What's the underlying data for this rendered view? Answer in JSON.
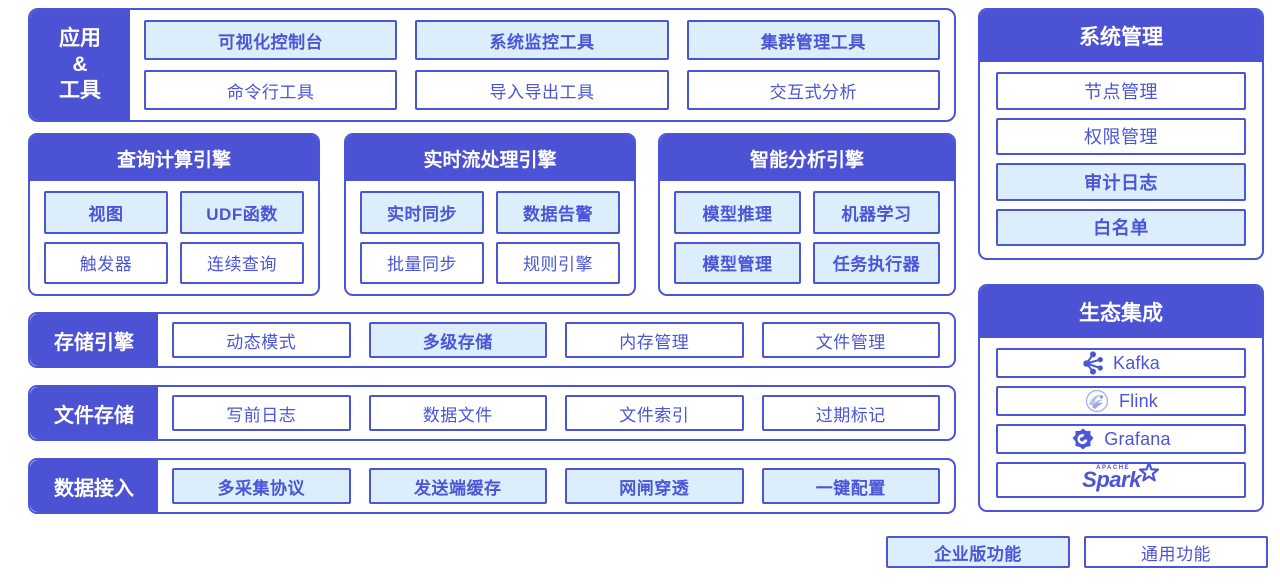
{
  "colors": {
    "header_bg": "#4c52d4",
    "border": "#4a55d8",
    "enterprise_fill": "#dceefb",
    "general_fill": "#ffffff",
    "text_blue": "#4a55d8",
    "header_text": "#ffffff"
  },
  "app_tools": {
    "side_label_lines": [
      "应用",
      "&",
      "工具"
    ],
    "items": [
      {
        "label": "可视化控制台",
        "type": "enterprise"
      },
      {
        "label": "系统监控工具",
        "type": "enterprise"
      },
      {
        "label": "集群管理工具",
        "type": "enterprise"
      },
      {
        "label": "命令行工具",
        "type": "general"
      },
      {
        "label": "导入导出工具",
        "type": "general"
      },
      {
        "label": "交互式分析",
        "type": "general"
      }
    ]
  },
  "engines": [
    {
      "title": "查询计算引擎",
      "items": [
        {
          "label": "视图",
          "type": "enterprise"
        },
        {
          "label": "UDF函数",
          "type": "enterprise"
        },
        {
          "label": "触发器",
          "type": "general"
        },
        {
          "label": "连续查询",
          "type": "general"
        }
      ]
    },
    {
      "title": "实时流处理引擎",
      "items": [
        {
          "label": "实时同步",
          "type": "enterprise"
        },
        {
          "label": "数据告警",
          "type": "enterprise"
        },
        {
          "label": "批量同步",
          "type": "general"
        },
        {
          "label": "规则引擎",
          "type": "general"
        }
      ]
    },
    {
      "title": "智能分析引擎",
      "items": [
        {
          "label": "模型推理",
          "type": "enterprise"
        },
        {
          "label": "机器学习",
          "type": "enterprise"
        },
        {
          "label": "模型管理",
          "type": "enterprise"
        },
        {
          "label": "任务执行器",
          "type": "enterprise"
        }
      ]
    }
  ],
  "layers": [
    {
      "side_label": "存储引擎",
      "items": [
        {
          "label": "动态模式",
          "type": "general"
        },
        {
          "label": "多级存储",
          "type": "enterprise"
        },
        {
          "label": "内存管理",
          "type": "general"
        },
        {
          "label": "文件管理",
          "type": "general"
        }
      ]
    },
    {
      "side_label": "文件存储",
      "items": [
        {
          "label": "写前日志",
          "type": "general"
        },
        {
          "label": "数据文件",
          "type": "general"
        },
        {
          "label": "文件索引",
          "type": "general"
        },
        {
          "label": "过期标记",
          "type": "general"
        }
      ]
    },
    {
      "side_label": "数据接入",
      "items": [
        {
          "label": "多采集协议",
          "type": "enterprise"
        },
        {
          "label": "发送端缓存",
          "type": "enterprise"
        },
        {
          "label": "网闸穿透",
          "type": "enterprise"
        },
        {
          "label": "一键配置",
          "type": "enterprise"
        }
      ]
    }
  ],
  "system_management": {
    "title": "系统管理",
    "items": [
      {
        "label": "节点管理",
        "type": "general"
      },
      {
        "label": "权限管理",
        "type": "general"
      },
      {
        "label": "审计日志",
        "type": "enterprise"
      },
      {
        "label": "白名单",
        "type": "enterprise"
      }
    ]
  },
  "ecosystem": {
    "title": "生态集成",
    "items": [
      {
        "label": "Kafka",
        "icon": "kafka-logo-icon",
        "type": "general"
      },
      {
        "label": "Flink",
        "icon": "flink-logo-icon",
        "type": "general"
      },
      {
        "label": "Grafana",
        "icon": "grafana-logo-icon",
        "type": "general"
      },
      {
        "label": "Spark",
        "icon": "spark-logo-icon",
        "type": "general",
        "superscript": "APACHE"
      }
    ]
  },
  "legend": [
    {
      "label": "企业版功能",
      "type": "enterprise"
    },
    {
      "label": "通用功能",
      "type": "general"
    }
  ]
}
